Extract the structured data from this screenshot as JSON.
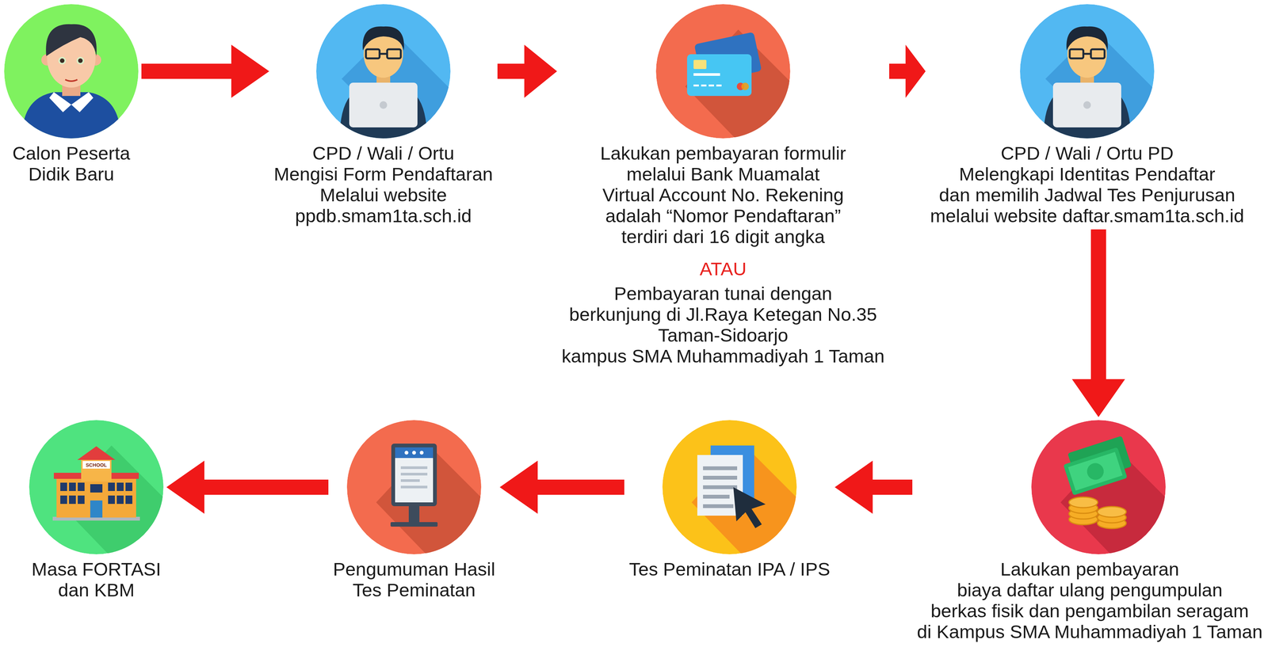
{
  "diagram": {
    "nodes": [
      {
        "text": [
          "Calon Peserta Didik Baru"
        ]
      },
      {
        "text": [
          "CPD / Wali / Ortu Mengisi Form Pendaftaran Melalui website ppdb.smam1ta.sch.id"
        ]
      },
      {
        "text": [
          "Lakukan pembayaran formulir melalui Bank Muamalat Virtual Account No. Rekening adalah “Nomor Pendaftaran” terdiri dari 16 digit angka",
          "ATAU",
          "Pembayaran tunai dengan berkunjung di Jl.Raya Ketegan No.35 Taman-Sidoarjo kampus SMA Muhammadiyah 1 Taman"
        ]
      },
      {
        "text": [
          "CPD / Wali / Ortu PD Melengkapi Identitas Pendaftar dan memilih Jadwal Tes Penjurusan melalui website daftar.smam1ta.sch.id"
        ]
      },
      {
        "text": [
          "Lakukan pembayaran biaya daftar ulang pengumpulan berkas fisik dan pengambilan seragam di Kampus SMA Muhammadiyah 1 Taman"
        ]
      },
      {
        "text": [
          "Tes Peminatan IPA / IPS"
        ]
      },
      {
        "text": [
          "Pengumuman Hasil Tes Peminatan"
        ]
      },
      {
        "text": [
          "Masa FORTASI dan KBM"
        ]
      }
    ],
    "edges": [
      {
        "from": 0,
        "to": 1,
        "arrow": "to"
      },
      {
        "from": 1,
        "to": 2,
        "arrow": "to"
      },
      {
        "from": 2,
        "to": 3,
        "arrow": "to"
      },
      {
        "from": 3,
        "to": 4,
        "arrow": "to"
      },
      {
        "from": 4,
        "to": 5,
        "arrow": "to"
      },
      {
        "from": 5,
        "to": 6,
        "arrow": "to"
      },
      {
        "from": 6,
        "to": 7,
        "arrow": "to"
      }
    ],
    "labels": [
      "SCHOOL"
    ]
  }
}
